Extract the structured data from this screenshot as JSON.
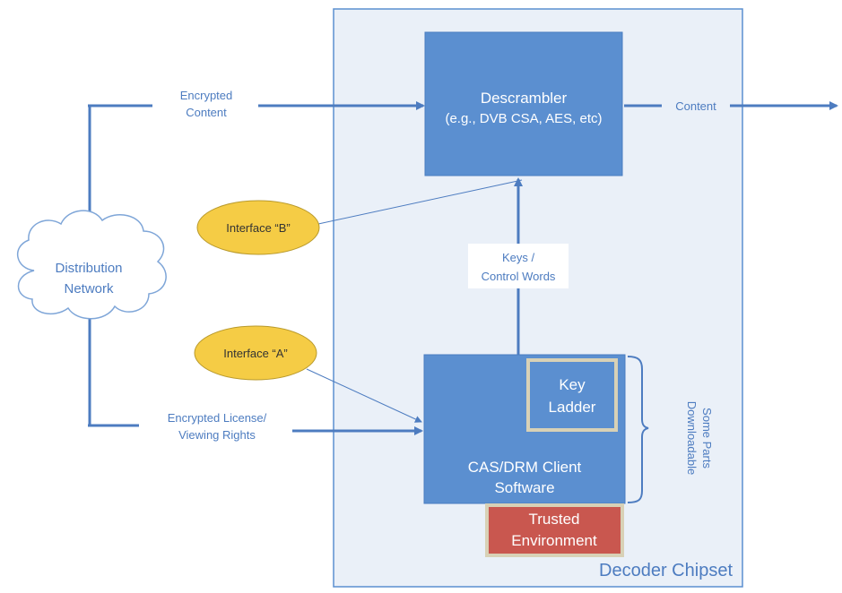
{
  "chipset": {
    "label": "Decoder Chipset"
  },
  "descrambler": {
    "line1": "Descrambler",
    "line2": "(e.g., DVB CSA, AES, etc)"
  },
  "cas_client": {
    "line1": "CAS/DRM Client",
    "line2": "Software"
  },
  "key_ladder": {
    "line1": "Key",
    "line2": "Ladder"
  },
  "trusted_env": {
    "line1": "Trusted",
    "line2": "Environment"
  },
  "distribution_network": {
    "line1": "Distribution",
    "line2": "Network"
  },
  "interface_a": {
    "label": "Interface “A”"
  },
  "interface_b": {
    "label": "Interface “B”"
  },
  "labels": {
    "encrypted_content_1": "Encrypted",
    "encrypted_content_2": "Content",
    "content": "Content",
    "keys_1": "Keys /",
    "keys_2": "Control Words",
    "license_1": "Encrypted License/",
    "license_2": "Viewing Rights",
    "downloadable_1": "Some Parts",
    "downloadable_2": "Downloadable"
  },
  "colors": {
    "blue_box": "#5b8fd0",
    "line_blue": "#4d7cc0",
    "chipset_fill": "#eaf0f8",
    "yellow": "#f5cc45",
    "red": "#c9574f",
    "tan_border": "#d8d1b6"
  }
}
